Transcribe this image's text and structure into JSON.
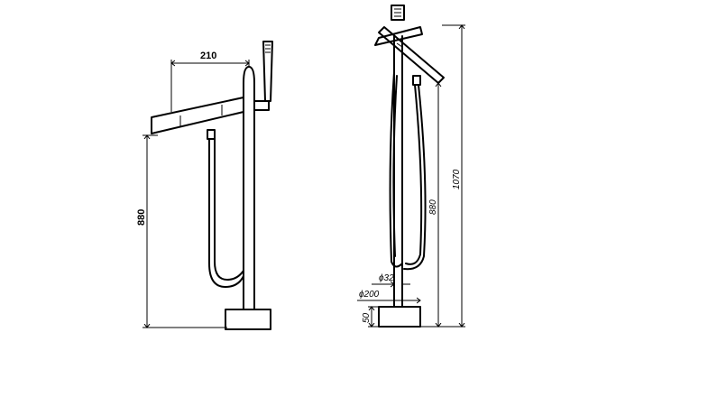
{
  "side_view": {
    "width_label": "210",
    "height_label": "880"
  },
  "front_view": {
    "total_height_label": "1070",
    "hose_height_label": "880",
    "pipe_diameter_label": "ϕ32",
    "base_diameter_label": "ϕ200",
    "base_height_label": "50"
  }
}
